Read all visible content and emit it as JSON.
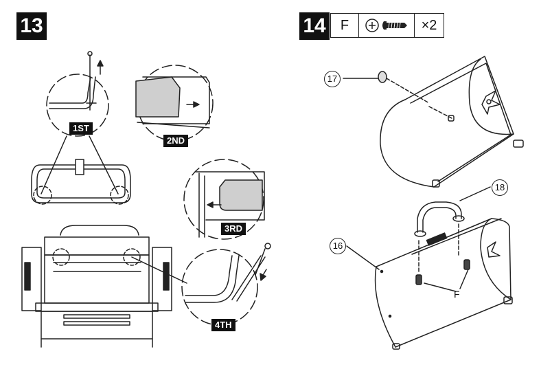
{
  "step13": {
    "number": "13",
    "details": [
      "1ST",
      "2ND",
      "3RD",
      "4TH"
    ]
  },
  "step14": {
    "number": "14",
    "parts": {
      "letter": "F",
      "quantity": "×2"
    },
    "callouts": [
      "17",
      "18",
      "16"
    ],
    "screw_label": "F"
  }
}
